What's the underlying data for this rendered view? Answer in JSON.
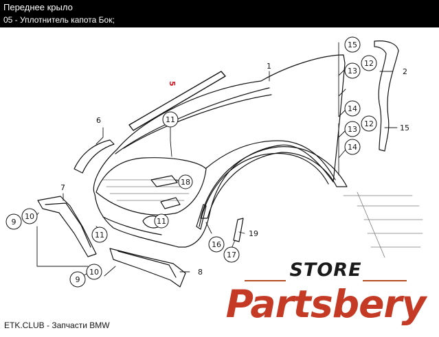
{
  "header": {
    "title": "Переднее крыло",
    "subtitle": "05 - Уплотнитель капота Бок;"
  },
  "callouts": {
    "c1": "1",
    "c2": "2",
    "c5": "5",
    "c6": "6",
    "c7": "7",
    "c8": "8",
    "c9a": "9",
    "c10a": "10",
    "c11a": "11",
    "c11b": "11",
    "c11c": "11",
    "c12a": "12",
    "c12b": "12",
    "c13a": "13",
    "c13b": "13",
    "c14a": "14",
    "c14b": "14",
    "c15a": "15",
    "c15b": "15",
    "c16": "16",
    "c17": "17",
    "c18": "18",
    "c19": "19",
    "c9b": "9",
    "c10b": "10"
  },
  "colors": {
    "header_bg": "#000000",
    "highlight": "#e0141e",
    "watermark_brand": "#c43a24"
  },
  "watermark": {
    "store": "STORE",
    "brand": "Partsbery"
  },
  "footer": {
    "credit": "ETK.CLUB - Запчасти BMW"
  }
}
